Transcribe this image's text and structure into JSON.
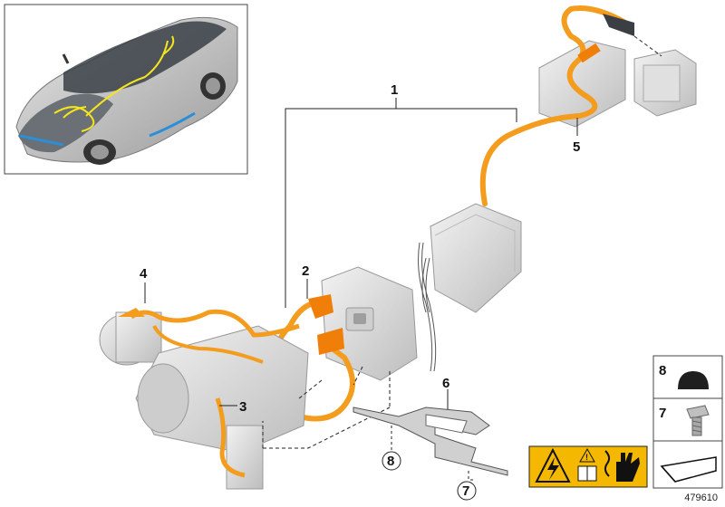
{
  "callouts": {
    "c1": "1",
    "c2": "2",
    "c3": "3",
    "c4": "4",
    "c5": "5",
    "c6": "6",
    "c7": "7",
    "c8": "8"
  },
  "legend": {
    "item8": "8",
    "item7": "7"
  },
  "catalog_number": "479610",
  "colors": {
    "cable_orange": "#f39c1d",
    "warning_yellow": "#f5b800",
    "housing_grey": "#d8d8d8"
  },
  "icons": {
    "high_voltage": "high-voltage-warning-icon",
    "manual": "read-manual-icon",
    "no_touch": "do-not-touch-hand-icon",
    "shim": "wedge-shim-icon",
    "cap": "rubber-cap-icon",
    "bolt": "hex-bolt-icon"
  }
}
